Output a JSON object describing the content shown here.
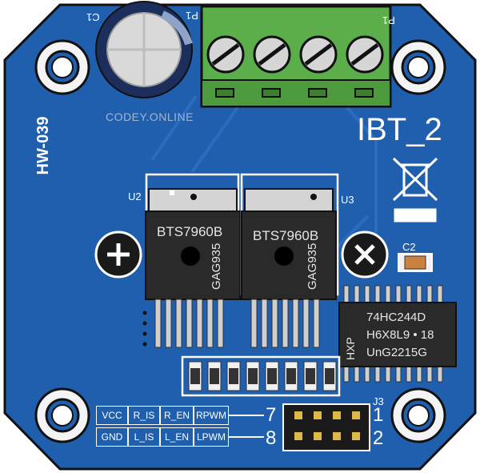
{
  "board": {
    "model": "HW-039",
    "name": "IBT_2",
    "watermark": "CODEY.ONLINE",
    "colors": {
      "pcb": "#1f5fae",
      "pcb_dark": "#174b8f",
      "silkscreen": "#ffffff",
      "terminal": "#5cae4b",
      "chip": "#2a2a2a"
    }
  },
  "designators": {
    "c1": "C1",
    "p1": "P1",
    "p1_right": "P1",
    "u2": "U2",
    "u3": "U3",
    "c2": "C2",
    "j3": "J3"
  },
  "chips": {
    "u2": {
      "part": "BTS7960B",
      "code": "GAG935"
    },
    "u3": {
      "part": "BTS7960B",
      "code": "GAG935"
    },
    "logic": {
      "line1": "74HC244D",
      "line2": "H6X8L9 • 18",
      "line3": "UnG2215G",
      "brand": "HXP"
    }
  },
  "header": {
    "row_top": [
      "VCC",
      "R_IS",
      "R_EN",
      "RPWM"
    ],
    "row_bottom": [
      "GND",
      "L_IS",
      "L_EN",
      "LPWM"
    ],
    "pin_left_top": "7",
    "pin_left_bottom": "8",
    "pin_right_top": "1",
    "pin_right_bottom": "2"
  },
  "icons": {
    "mount_holes": "mount-hole-icon",
    "screws": [
      "plus-screw-icon",
      "cross-screw-icon"
    ],
    "weee": "weee-bin-icon"
  }
}
